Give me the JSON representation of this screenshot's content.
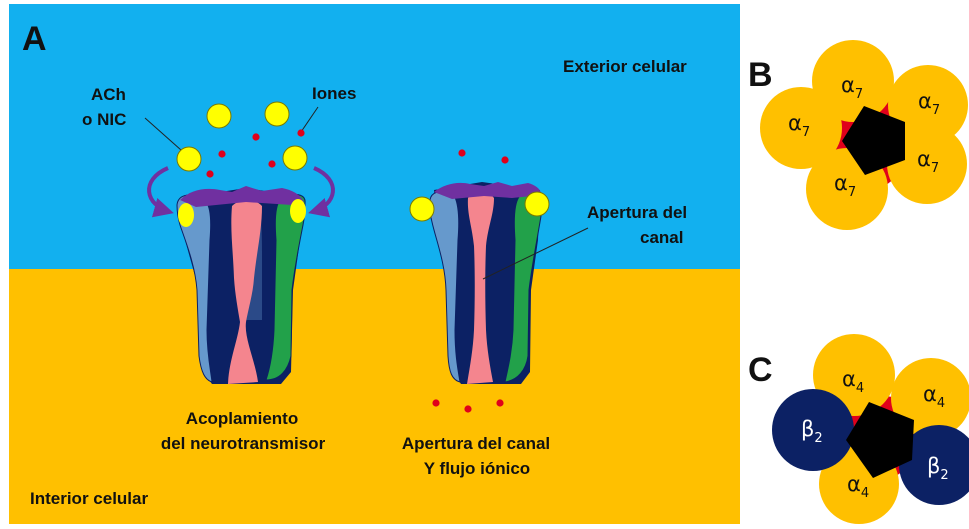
{
  "panel_a": {
    "letter": "A",
    "exterior": "Exterior celular",
    "interior": "Interior celular",
    "ligand_line1": "ACh",
    "ligand_line2": "o NIC",
    "ions": "Iones",
    "opening_line1": "Apertura del",
    "opening_line2": "canal",
    "caption_left_line1": "Acoplamiento",
    "caption_left_line2": "del neurotransmisor",
    "caption_right_line1": "Apertura del canal",
    "caption_right_line2": "Y flujo iónico"
  },
  "panel_b": {
    "letter": "B",
    "subunits": [
      {
        "symbol": "α",
        "index": "7"
      },
      {
        "symbol": "α",
        "index": "7"
      },
      {
        "symbol": "α",
        "index": "7"
      },
      {
        "symbol": "α",
        "index": "7"
      },
      {
        "symbol": "α",
        "index": "7"
      }
    ]
  },
  "panel_c": {
    "letter": "C",
    "subunits": [
      {
        "symbol": "α",
        "index": "4"
      },
      {
        "symbol": "α",
        "index": "4"
      },
      {
        "symbol": "β",
        "index": "2"
      },
      {
        "symbol": "α",
        "index": "4"
      },
      {
        "symbol": "β",
        "index": "2"
      }
    ]
  },
  "colors": {
    "exterior": "#12b0ef",
    "interior": "#ffc000",
    "ligand": "#ffff00",
    "ion": "#e0001b",
    "alpha_subunit": "#ffc000",
    "beta_subunit": "#0c2164",
    "pore": "#f4858e",
    "channel_light_blue": "#6699cc",
    "channel_dark_blue": "#0c2164",
    "channel_green": "#22a14a",
    "channel_cap": "#7030a0"
  }
}
